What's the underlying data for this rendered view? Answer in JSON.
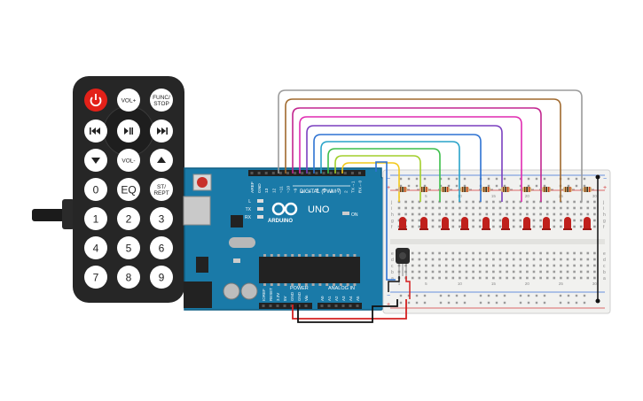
{
  "remote": {
    "buttons": [
      {
        "id": "power",
        "label": "",
        "icon": "power-icon",
        "color": "#e32119"
      },
      {
        "id": "vol-up",
        "label": "VOL+"
      },
      {
        "id": "func-stop",
        "label": "FUNC/\nSTOP"
      },
      {
        "id": "prev",
        "label": "",
        "icon": "skip-back-icon"
      },
      {
        "id": "play-pause",
        "label": "",
        "icon": "play-pause-icon"
      },
      {
        "id": "next",
        "label": "",
        "icon": "skip-forward-icon"
      },
      {
        "id": "down",
        "label": "",
        "icon": "triangle-down-icon"
      },
      {
        "id": "vol-down",
        "label": "VOL-"
      },
      {
        "id": "up",
        "label": "",
        "icon": "triangle-up-icon"
      },
      {
        "id": "zero",
        "label": "0"
      },
      {
        "id": "eq",
        "label": "EQ"
      },
      {
        "id": "st-rept",
        "label": "ST/\nREPT"
      },
      {
        "id": "one",
        "label": "1"
      },
      {
        "id": "two",
        "label": "2"
      },
      {
        "id": "three",
        "label": "3"
      },
      {
        "id": "four",
        "label": "4"
      },
      {
        "id": "five",
        "label": "5"
      },
      {
        "id": "six",
        "label": "6"
      },
      {
        "id": "seven",
        "label": "7"
      },
      {
        "id": "eight",
        "label": "8"
      },
      {
        "id": "nine",
        "label": "9"
      }
    ]
  },
  "arduino": {
    "brand": "ARDUINO",
    "model": "UNO",
    "digital_label": "DIGITAL (PWM~)",
    "power_label": "POWER",
    "analog_label": "ANALOG IN",
    "on_label": "ON",
    "led_labels": [
      "L",
      "TX",
      "RX"
    ],
    "top_pins": [
      "AREF",
      "GND",
      "13",
      "12",
      "~11",
      "~10",
      "~9",
      "8",
      "7",
      "~6",
      "~5",
      "4",
      "~3",
      "2",
      "TX→1",
      "RX←0"
    ],
    "power_pins": [
      "IOREF",
      "RESET",
      "3.3V",
      "5V",
      "GND",
      "GND",
      "Vin"
    ],
    "analog_pins": [
      "A0",
      "A1",
      "A2",
      "A3",
      "A4",
      "A5"
    ]
  },
  "breadboard": {
    "columns": 30,
    "rows_top": [
      "j",
      "i",
      "h",
      "g",
      "f"
    ],
    "rows_bottom": [
      "e",
      "d",
      "c",
      "b",
      "a"
    ],
    "col_numbers": [
      "1",
      "5",
      "10",
      "15",
      "20",
      "25",
      "30"
    ]
  },
  "wire_colors": [
    "#9b9b9b",
    "#a0692d",
    "#c2268f",
    "#e02ab0",
    "#7a3fbf",
    "#2d72d2",
    "#29a3c9",
    "#3cbf4a",
    "#a2cf2b",
    "#f2c81a",
    "#e88c1f"
  ],
  "led_color": "#c0201c",
  "led_count": 10
}
